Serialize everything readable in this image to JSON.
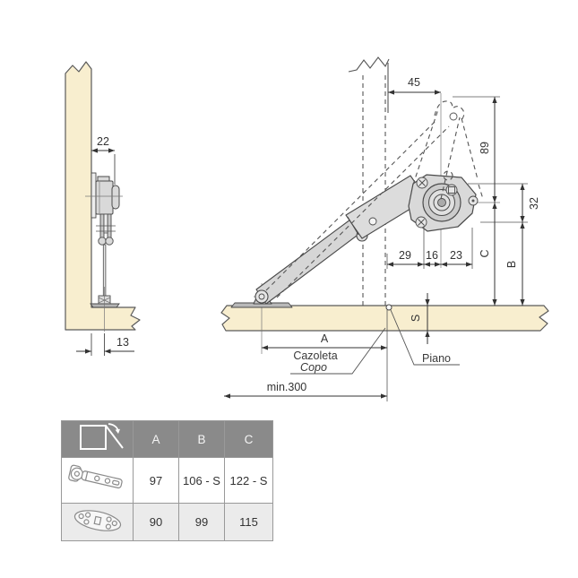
{
  "left_view": {
    "dim_width": "22",
    "dim_offset": "13"
  },
  "right_view": {
    "dim_top": "45",
    "dim_height": "89",
    "dim_hub": "32",
    "dim_29": "29",
    "dim_16": "16",
    "dim_23": "23",
    "label_c": "C",
    "label_b": "B",
    "label_s": "S",
    "label_a": "A",
    "dim_min": "min.300",
    "label_cazoleta": "Cazoleta",
    "label_copo": "Copo",
    "label_piano": "Piano"
  },
  "table": {
    "headers": [
      "A",
      "B",
      "C"
    ],
    "rows": [
      {
        "icon": "concealed-cup-hinge",
        "values": [
          "97",
          "106 - S",
          "122 - S"
        ]
      },
      {
        "icon": "flat-mounting-plate",
        "values": [
          "90",
          "99",
          "115"
        ]
      }
    ]
  },
  "icons": {
    "header": "flap-door-open-icon",
    "row0": "concealed-cup-hinge-icon",
    "row1": "flat-mounting-plate-icon"
  },
  "colors": {
    "panel_fill": "#f8eecf",
    "mechanism_fill": "#d9d9d9",
    "table_header_bg": "#8a8a8a",
    "row_alt_bg": "#ebebeb",
    "line_color": "#3a3a3a"
  }
}
